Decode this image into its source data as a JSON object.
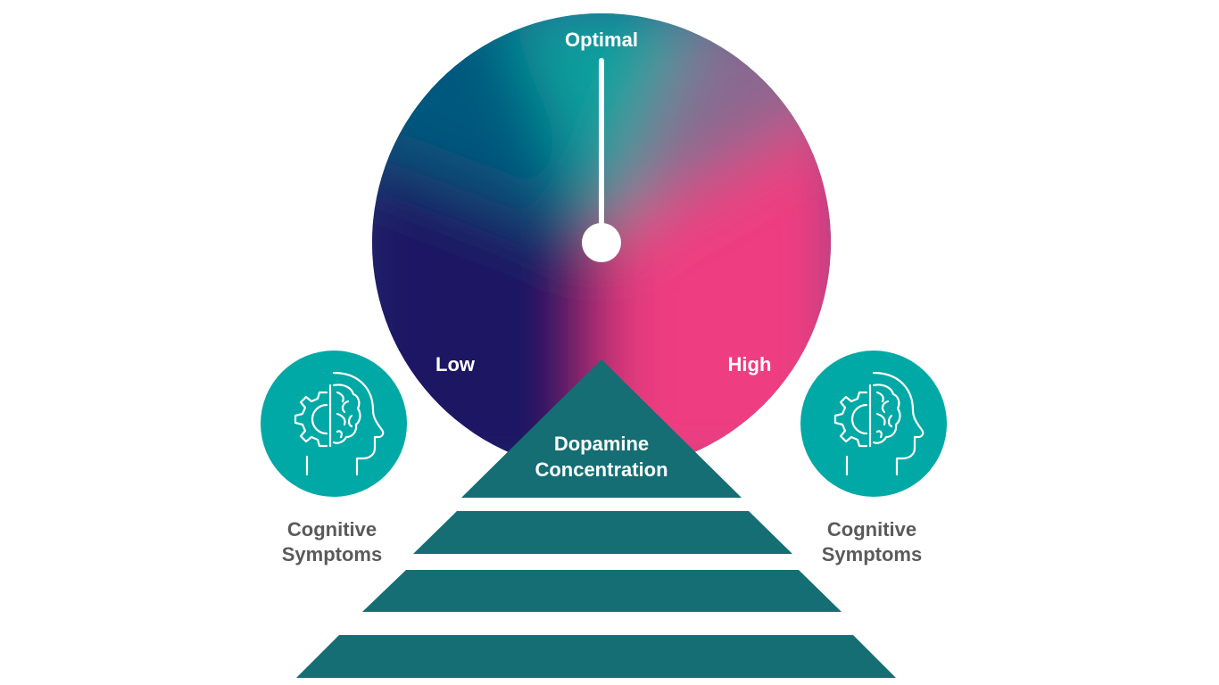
{
  "gauge": {
    "top_label": "Optimal",
    "left_label": "Low",
    "right_label": "High",
    "colors": {
      "low": "#1e1464",
      "optimal": "#0aa09e",
      "high": "#ee3c80"
    }
  },
  "pyramid": {
    "label_line1": "Dopamine",
    "label_line2": "Concentration",
    "color": "#146e74"
  },
  "left_symptom": {
    "icon": "brain-gear-head-icon",
    "label_line1": "Cognitive",
    "label_line2": "Symptoms"
  },
  "right_symptom": {
    "icon": "brain-gear-head-icon",
    "label_line1": "Cognitive",
    "label_line2": "Symptoms"
  },
  "accent_teal": "#00a9a5"
}
